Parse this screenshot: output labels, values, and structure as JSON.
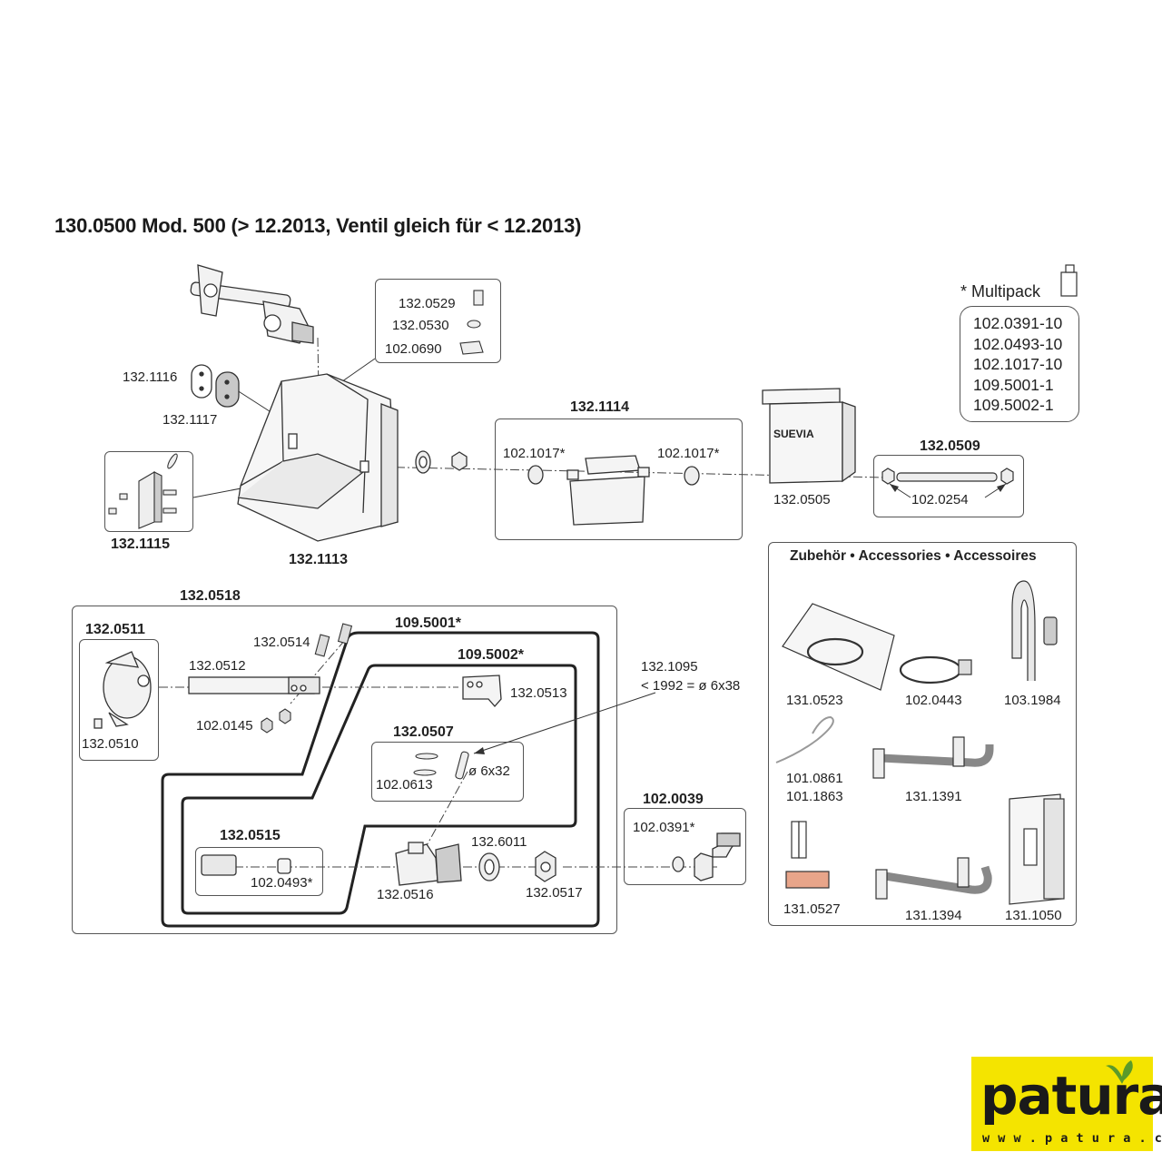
{
  "title": "130.0500 Mod. 500 (> 12.2013, Ventil gleich für < 12.2013)",
  "labels": {
    "p132_0529": "132.0529",
    "p132_0530": "132.0530",
    "p102_0690": "102.0690",
    "p132_1116": "132.1116",
    "p132_1117": "132.1117",
    "p132_1115": "132.1115",
    "p132_1113": "132.1113",
    "p132_1114": "132.1114",
    "p102_1017a": "102.1017*",
    "p102_1017b": "102.1017*",
    "p132_0505": "132.0505",
    "p132_0509": "132.0509",
    "p102_0254": "102.0254",
    "p132_0518": "132.0518",
    "p132_0511": "132.0511",
    "p132_0510": "132.0510",
    "p132_0512": "132.0512",
    "p132_0514": "132.0514",
    "p102_0145": "102.0145",
    "p109_5001": "109.5001*",
    "p109_5002": "109.5002*",
    "p132_0513": "132.0513",
    "p132_0507": "132.0507",
    "p102_0613": "102.0613",
    "d6x32": "ø 6x32",
    "p132_1095": "132.1095",
    "p1992": "< 1992 = ø 6x38",
    "p132_0515": "132.0515",
    "p102_0493": "102.0493*",
    "p132_0516": "132.0516",
    "p132_6011": "132.6011",
    "p132_0517": "132.0517",
    "p102_0039": "102.0039",
    "p102_0391": "102.0391*"
  },
  "brand_text": "SUEVIA",
  "multipack": {
    "title": "* Multipack",
    "items": [
      "102.0391-10",
      "102.0493-10",
      "102.1017-10",
      "109.5001-1",
      "109.5002-1"
    ]
  },
  "accessories": {
    "title": "Zubehör • Accessories • Accessoires",
    "items": {
      "a131_0523": "131.0523",
      "a102_0443": "102.0443",
      "a103_1984": "103.1984",
      "a101_0861": "101.0861",
      "a101_1863": "101.1863",
      "a131_1391": "131.1391",
      "a131_0527": "131.0527",
      "a131_1394": "131.1394",
      "a131_1050": "131.1050"
    }
  },
  "logo": {
    "name": "patura",
    "url": "w w w . p a t u r a . c o m",
    "background": "#f4e400",
    "leaf_color": "#5a9a2a"
  }
}
